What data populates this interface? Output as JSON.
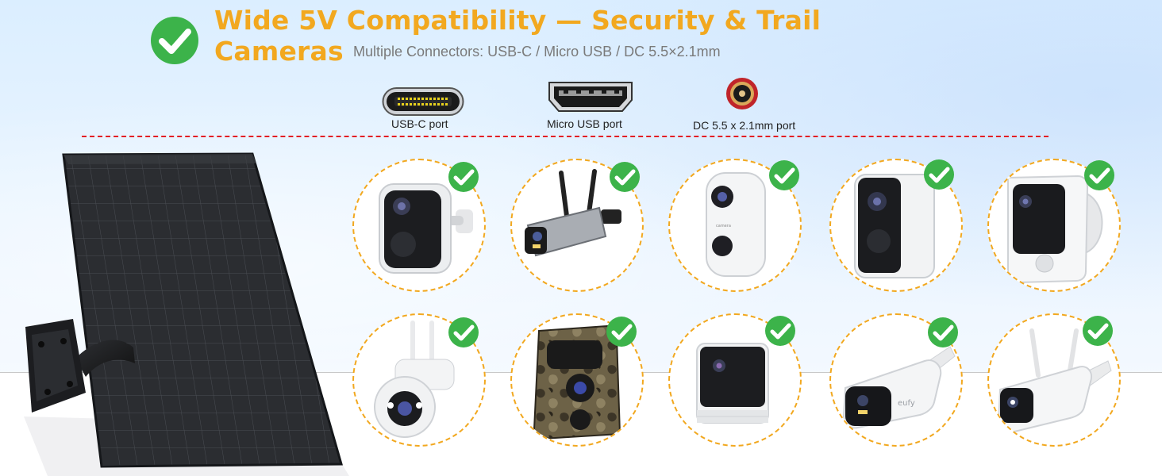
{
  "header": {
    "title": "Wide 5V Compatibility — Security & Trail Cameras",
    "subtitle": "Multiple Connectors: USB-C / Micro USB / DC 5.5×2.1mm"
  },
  "ports": [
    {
      "label": "USB-C port",
      "icon": "usb-c-port-icon"
    },
    {
      "label": "Micro USB port",
      "icon": "micro-usb-port-icon"
    },
    {
      "label": "DC 5.5 x 2.1mm port",
      "icon": "dc-barrel-port-icon"
    }
  ],
  "colors": {
    "accent_title": "#f2a81f",
    "check_green": "#3cb34a",
    "divider_red": "#e31e24",
    "circle_border": "#f2a81f"
  },
  "cameras": [
    {
      "icon": "battery-camera-icon",
      "compatible": true
    },
    {
      "icon": "antenna-bullet-camera-icon",
      "compatible": true
    },
    {
      "icon": "white-dome-camera-icon",
      "compatible": true
    },
    {
      "icon": "white-battery-camera-icon",
      "compatible": true
    },
    {
      "icon": "doorbell-camera-icon",
      "compatible": true
    },
    {
      "icon": "ptz-camera-icon",
      "compatible": true
    },
    {
      "icon": "trail-camera-icon",
      "compatible": true
    },
    {
      "icon": "cube-camera-icon",
      "compatible": true
    },
    {
      "icon": "eufy-camera-icon",
      "compatible": true
    },
    {
      "icon": "antenna-white-camera-icon",
      "compatible": true
    }
  ],
  "cameras_brand_text": "eufy"
}
